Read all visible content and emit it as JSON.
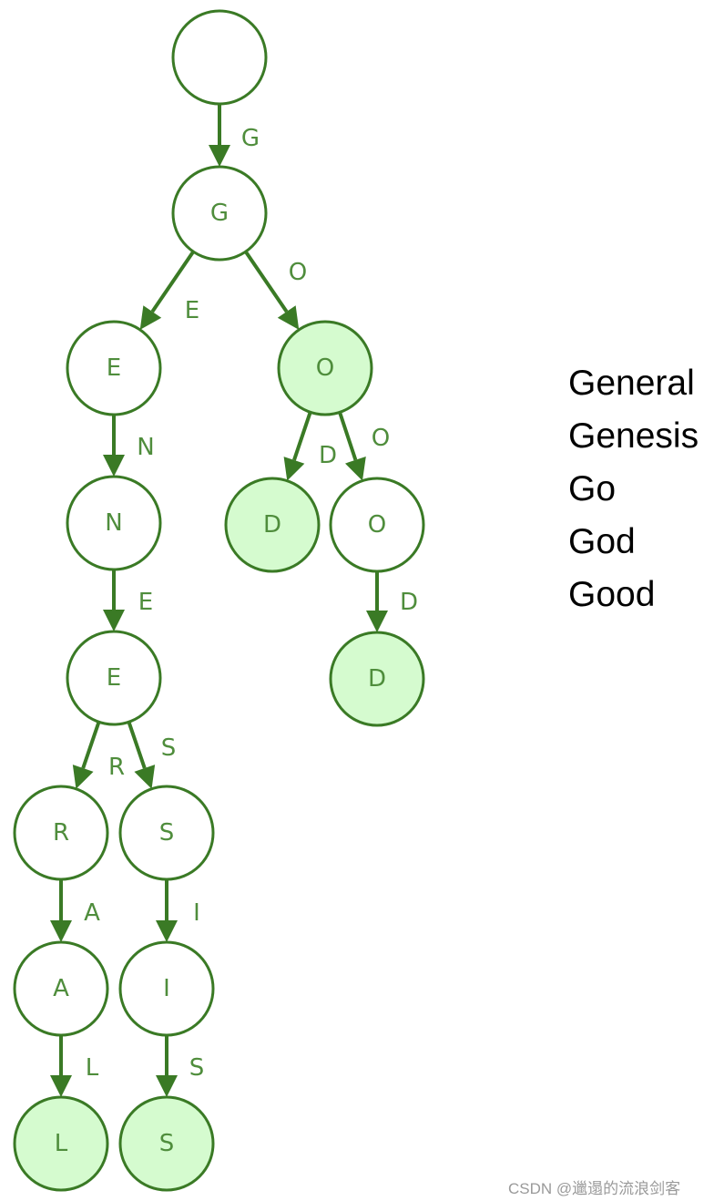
{
  "colors": {
    "stroke": "#3a7a25",
    "fill_terminal": "#d5fbcf",
    "fill_normal": "#ffffff",
    "label": "#4f8d3c"
  },
  "nodes": [
    {
      "id": "root",
      "label": ""
    },
    {
      "id": "g",
      "label": "G"
    },
    {
      "id": "ge",
      "label": "E"
    },
    {
      "id": "go",
      "label": "O",
      "terminal": true
    },
    {
      "id": "gen",
      "label": "N"
    },
    {
      "id": "god",
      "label": "D",
      "terminal": true
    },
    {
      "id": "goo",
      "label": "O"
    },
    {
      "id": "gene",
      "label": "E"
    },
    {
      "id": "good",
      "label": "D",
      "terminal": true
    },
    {
      "id": "gener",
      "label": "R"
    },
    {
      "id": "genes",
      "label": "S"
    },
    {
      "id": "genera",
      "label": "A"
    },
    {
      "id": "genesi",
      "label": "I"
    },
    {
      "id": "general",
      "label": "L",
      "terminal": true
    },
    {
      "id": "genesis",
      "label": "S",
      "terminal": true
    }
  ],
  "edges": [
    {
      "from": "root",
      "to": "g",
      "label": "G"
    },
    {
      "from": "g",
      "to": "ge",
      "label": "E"
    },
    {
      "from": "g",
      "to": "go",
      "label": "O"
    },
    {
      "from": "ge",
      "to": "gen",
      "label": "N"
    },
    {
      "from": "go",
      "to": "god",
      "label": "D"
    },
    {
      "from": "go",
      "to": "goo",
      "label": "O"
    },
    {
      "from": "gen",
      "to": "gene",
      "label": "E"
    },
    {
      "from": "goo",
      "to": "good",
      "label": "D"
    },
    {
      "from": "gene",
      "to": "gener",
      "label": "R"
    },
    {
      "from": "gene",
      "to": "genes",
      "label": "S"
    },
    {
      "from": "gener",
      "to": "genera",
      "label": "A"
    },
    {
      "from": "genes",
      "to": "genesi",
      "label": "I"
    },
    {
      "from": "genera",
      "to": "general",
      "label": "L"
    },
    {
      "from": "genesi",
      "to": "genesis",
      "label": "S"
    }
  ],
  "words": [
    "General",
    "Genesis",
    "Go",
    "God",
    "Good"
  ],
  "watermark": "CSDN @邋遢的流浪剑客"
}
